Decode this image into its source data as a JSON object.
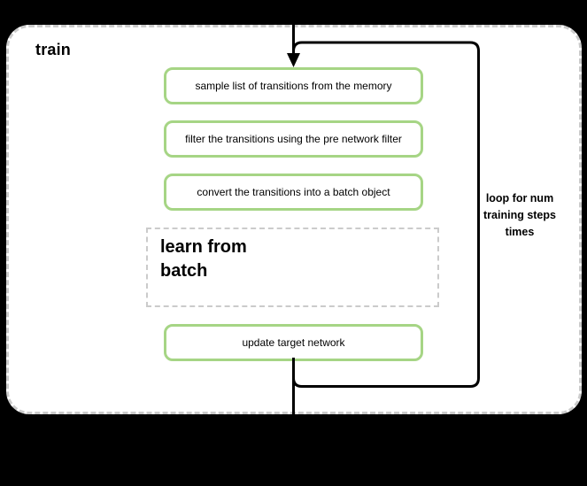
{
  "train": {
    "label": "train"
  },
  "steps": [
    {
      "label": "sample list of transitions from the memory"
    },
    {
      "label": "filter the transitions using the pre network filter"
    },
    {
      "label": "convert the transitions into a batch object"
    }
  ],
  "learn_from_batch": {
    "lines": [
      "learn from",
      "batch"
    ]
  },
  "update_step": {
    "label": "update target network"
  },
  "loop_annotation": {
    "lines": [
      "loop for num",
      "training steps",
      "times"
    ]
  },
  "colors": {
    "page-bg": "#000000",
    "container-bg": "#ffffff",
    "dashed-border": "#cbcbcb",
    "step-border": "#a6d585",
    "line": "#000000"
  }
}
